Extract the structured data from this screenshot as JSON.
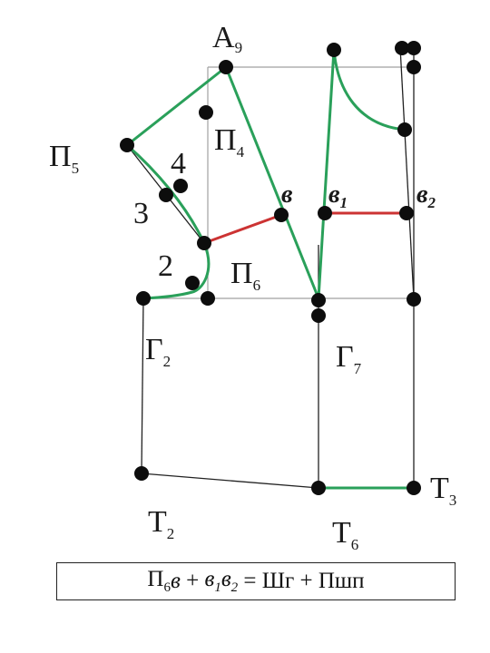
{
  "labels": {
    "A9": {
      "main": "А",
      "sub": "9"
    },
    "P5": {
      "main": "П",
      "sub": "5"
    },
    "P4": {
      "main": "П",
      "sub": "4"
    },
    "P6": {
      "main": "П",
      "sub": "6"
    },
    "G2": {
      "main": "Г",
      "sub": "2"
    },
    "G7": {
      "main": "Г",
      "sub": "7"
    },
    "T2": {
      "main": "Т",
      "sub": "2"
    },
    "T3": {
      "main": "Т",
      "sub": "3"
    },
    "T6": {
      "main": "Т",
      "sub": "6"
    },
    "v": {
      "main": "в",
      "sub": ""
    },
    "v1": {
      "main": "в",
      "sub": "1"
    },
    "v2": {
      "main": "в",
      "sub": "2"
    },
    "n2": "2",
    "n3": "3",
    "n4": "4"
  },
  "formula": {
    "p": "П",
    "p_sub": "6",
    "v": "в",
    "plus1": " + ",
    "v1": "в",
    "v1_sub": "1",
    "v2": "в",
    "v2_sub": "2",
    "eq": " = ",
    "shg": "Шг",
    "plus2": " + ",
    "pshp": "Пшп"
  },
  "colors": {
    "green": "#2aa05a",
    "red": "#cc3333",
    "thin": "#222222",
    "grid": "#a0a0a0",
    "point": "#0d0d0d"
  }
}
